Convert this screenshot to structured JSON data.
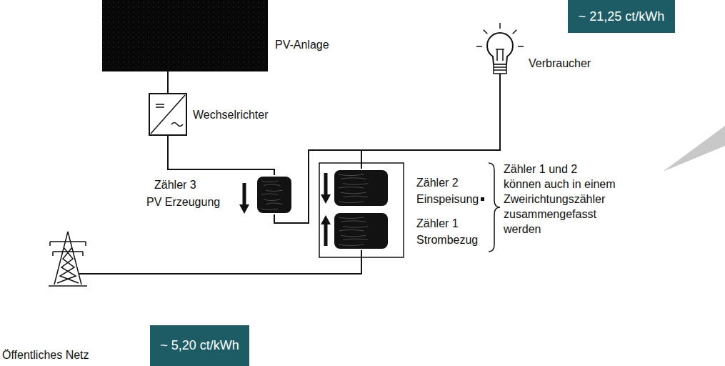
{
  "diagram": {
    "nodes": [
      {
        "text": [
          "PV-Anlage"
        ]
      },
      {
        "text": [
          "Wechselrichter"
        ]
      },
      {
        "text": [
          "Zähler 3",
          "PV Erzeugung"
        ]
      },
      {
        "text": [
          "Zähler 2",
          "Einspeisung"
        ]
      },
      {
        "text": [
          "Zähler 1",
          "Strombezug"
        ]
      },
      {
        "text": [
          "Verbraucher"
        ]
      },
      {
        "text": [
          "~ 21,25 ct/kWh"
        ]
      },
      {
        "text": [
          "Öffentliches Netz"
        ]
      },
      {
        "text": [
          "~ 5,20 ct/kWh"
        ]
      }
    ],
    "edges": [
      {
        "from": 0,
        "to": 1,
        "arrow": "none"
      },
      {
        "from": 1,
        "to": 2,
        "arrow": "none"
      },
      {
        "from": 2,
        "to": 5,
        "arrow": "none"
      },
      {
        "from": 3,
        "to": 5,
        "arrow": "none"
      },
      {
        "from": 4,
        "to": 7,
        "arrow": "none"
      }
    ],
    "labels": [
      "Zähler 1 und 2 können auch in einem Zweirichtungszähler zusammengefasst werden"
    ]
  }
}
